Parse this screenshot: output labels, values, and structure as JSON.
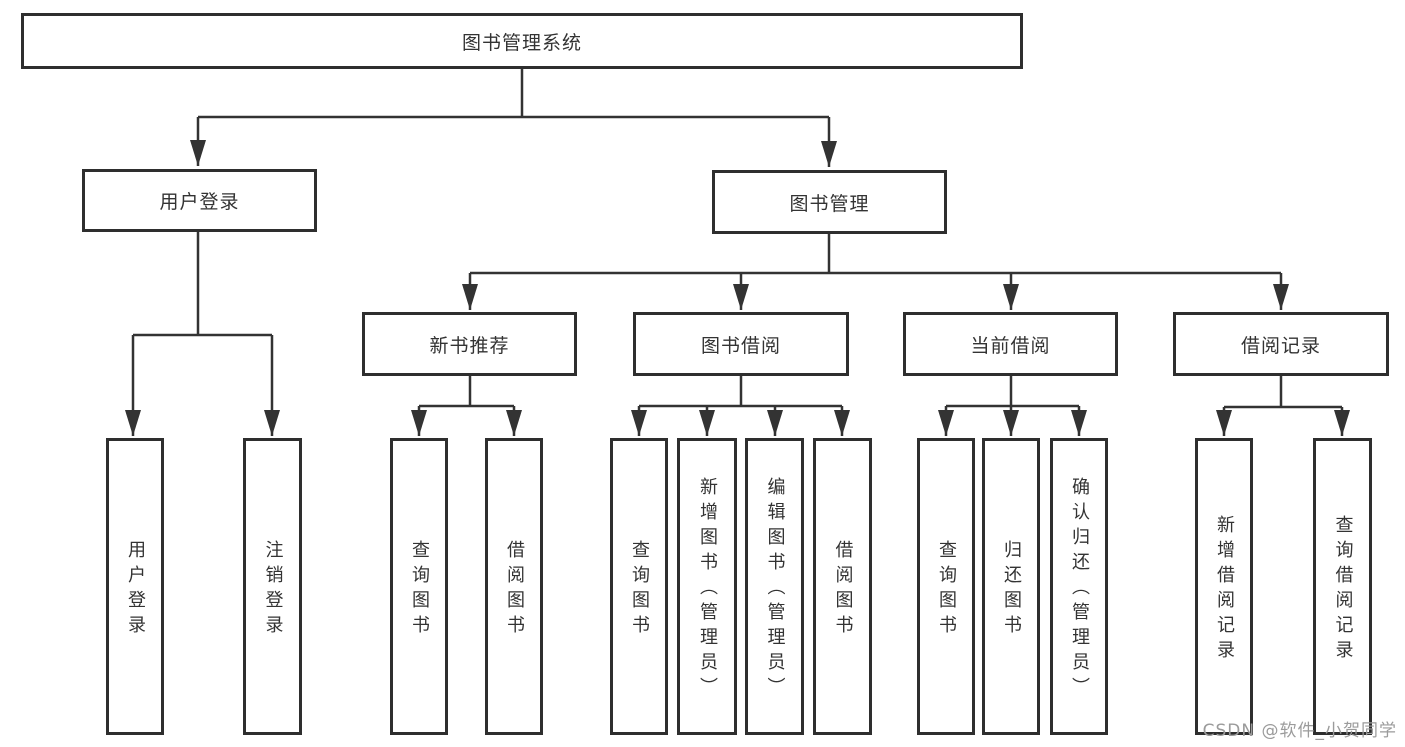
{
  "diagram_type": "hierarchy-tree",
  "tree": {
    "label": "图书管理系统",
    "children": [
      {
        "label": "用户登录",
        "children": [
          {
            "label": "用户登录"
          },
          {
            "label": "注销登录"
          }
        ]
      },
      {
        "label": "图书管理",
        "children": [
          {
            "label": "新书推荐",
            "children": [
              {
                "label": "查询图书"
              },
              {
                "label": "借阅图书"
              }
            ]
          },
          {
            "label": "图书借阅",
            "children": [
              {
                "label": "查询图书"
              },
              {
                "label": "新增图书（管理员）"
              },
              {
                "label": "编辑图书（管理员）"
              },
              {
                "label": "借阅图书"
              }
            ]
          },
          {
            "label": "当前借阅",
            "children": [
              {
                "label": "查询图书"
              },
              {
                "label": "归还图书"
              },
              {
                "label": "确认归还（管理员）"
              }
            ]
          },
          {
            "label": "借阅记录",
            "children": [
              {
                "label": "新增借阅记录"
              },
              {
                "label": "查询借阅记录"
              }
            ]
          }
        ]
      }
    ]
  },
  "watermark": "CSDN @软件_小贺同学",
  "colors": {
    "line": "#333333",
    "box_border": "#2e2e2e",
    "text": "#333333",
    "watermark": "#9b9b9b",
    "background": "#ffffff"
  }
}
